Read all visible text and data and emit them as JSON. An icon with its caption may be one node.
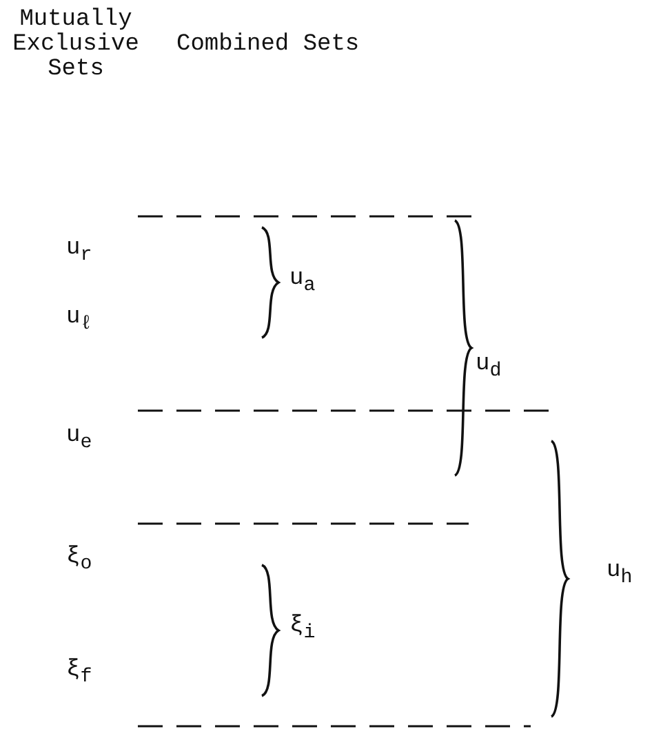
{
  "diagram": {
    "labels": [
      "Mutually Exclusive Sets",
      "Combined Sets",
      "u$_{r}$",
      "u$_{a}$",
      "u$_{ℓ}$",
      "u$_{d}$",
      "u$_{e}$",
      "u$_{h}$",
      "ξ$_{o}$",
      "ξ$_{i}$",
      "ξ$_{f}$"
    ]
  }
}
